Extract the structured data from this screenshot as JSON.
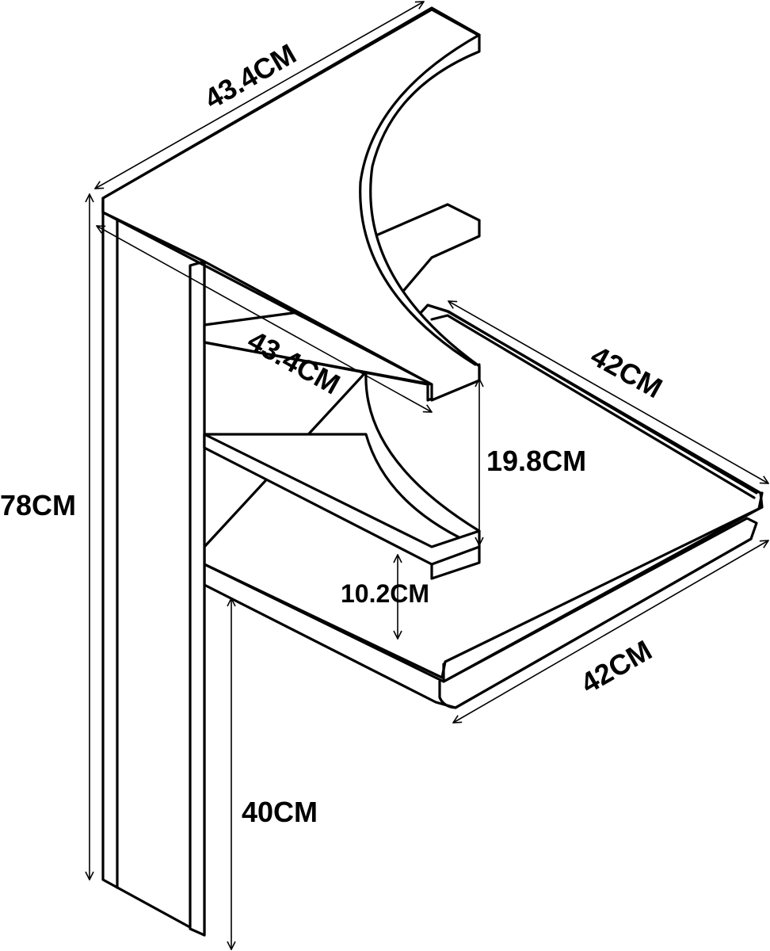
{
  "colors": {
    "line": "#000000",
    "background": "#ffffff"
  },
  "dimensions": {
    "top_width": "43.4CM",
    "shelf_width": "43.4CM",
    "side_depth": "42CM",
    "bottom_depth": "42CM",
    "shelf_gap_upper": "19.8CM",
    "shelf_gap_lower": "10.2CM",
    "total_height": "78CM",
    "leg_clearance": "40CM"
  }
}
